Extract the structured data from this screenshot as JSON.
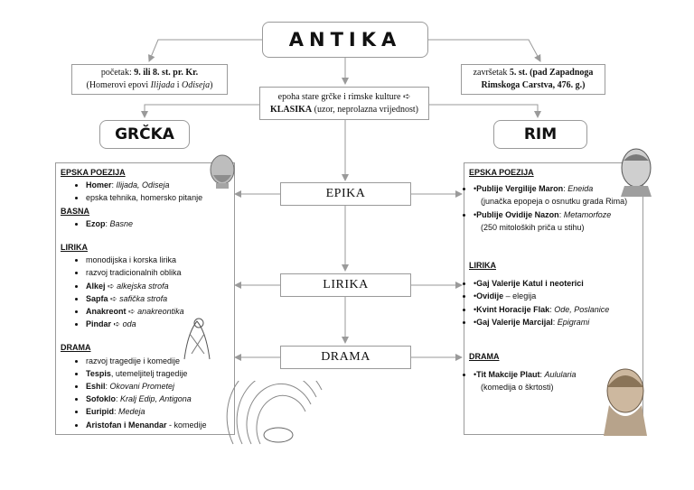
{
  "title": "ANTIKA",
  "start": {
    "label": "početak: ",
    "bold1": "9. ili 8. st. pr. Kr.",
    "line2_pre": "(Homerovi epovi ",
    "ilijada": "Ilijada",
    "and": " i ",
    "odiseja": "Odiseja",
    "line2_post": ")"
  },
  "end": {
    "label": "završetak ",
    "bold": "5. st. (pad Zapadnoga Rimskoga Carstva, 476. g.)"
  },
  "epoch": {
    "line1": "epoha stare grčke i rimske kulture ➪",
    "bold": "KLASIKA",
    "rest": " (uzor, neprolazna vrijednost)"
  },
  "greece": "GRČKA",
  "rome": "RIM",
  "sections": {
    "epika": "EPIKA",
    "lirika": "LIRIKA",
    "drama": "DRAMA"
  },
  "left": {
    "epska_head": "EPSKA POEZIJA",
    "epska": [
      {
        "b": "Homer",
        "t": ": ",
        "i": "Ilijada, Odiseja"
      },
      {
        "b": "",
        "t": "epska tehnika, homersko pitanje",
        "i": ""
      }
    ],
    "basna_head": "BASNA",
    "basna": [
      {
        "b": "Ezop",
        "t": ": ",
        "i": "Basne"
      }
    ],
    "lirika_head": "LIRIKA",
    "lirika": [
      {
        "b": "",
        "t": "monodijska i korska lirika",
        "i": ""
      },
      {
        "b": "",
        "t": "razvoj tradicionalnih oblika",
        "i": ""
      },
      {
        "b": "Alkej",
        "t": " ➪ ",
        "i": "alkejska strofa"
      },
      {
        "b": "Sapfa",
        "t": " ➪ ",
        "i": "safička strofa"
      },
      {
        "b": "Anakreont",
        "t": " ➪ ",
        "i": "anakreontika"
      },
      {
        "b": "Pindar",
        "t": " ➪ ",
        "i": "oda"
      }
    ],
    "drama_head": "DRAMA",
    "drama": [
      {
        "b": "",
        "t": "razvoj tragedije i komedije",
        "i": ""
      },
      {
        "b": "Tespis",
        "t": ", utemeljitelj tragedije",
        "i": ""
      },
      {
        "b": "Eshil",
        "t": ": ",
        "i": "Okovani Prometej"
      },
      {
        "b": "Sofoklo",
        "t": ": ",
        "i": "Kralj Edip, Antigona"
      },
      {
        "b": "Euripid",
        "t": ": ",
        "i": "Medeja"
      },
      {
        "b": "Aristofan i Menandar",
        "t": " - komedije",
        "i": ""
      }
    ]
  },
  "right": {
    "epska_head": "EPSKA POEZIJA",
    "epska": [
      {
        "b": "Publije Vergilije Maron",
        "t": ": ",
        "i": "Eneida",
        "sub": "(junačka epopeja o osnutku grada Rima)"
      },
      {
        "b": "Publije Ovidije Nazon",
        "t": ": ",
        "i": "Metamorfoze",
        "sub": "(250 mitoloških priča u stihu)"
      }
    ],
    "lirika_head": "LIRIKA",
    "lirika": [
      {
        "b": "Gaj Valerije Katul i neoterici",
        "t": "",
        "i": ""
      },
      {
        "b": "Ovidije",
        "t": " – elegija",
        "i": ""
      },
      {
        "b": "Kvint Horacije Flak",
        "t": ": ",
        "i": "Ode, Poslanice"
      },
      {
        "b": "Gaj Valerije Marcijal",
        "t": ": ",
        "i": "Epigrami"
      }
    ],
    "drama_head": "DRAMA",
    "drama": [
      {
        "b": "Tit Makcije Plaut",
        "t": ": ",
        "i": "Aulularia",
        "sub": "(komedija o škrtosti)"
      }
    ]
  },
  "colors": {
    "line": "#9a9a9a",
    "border": "#9a9a9a"
  }
}
